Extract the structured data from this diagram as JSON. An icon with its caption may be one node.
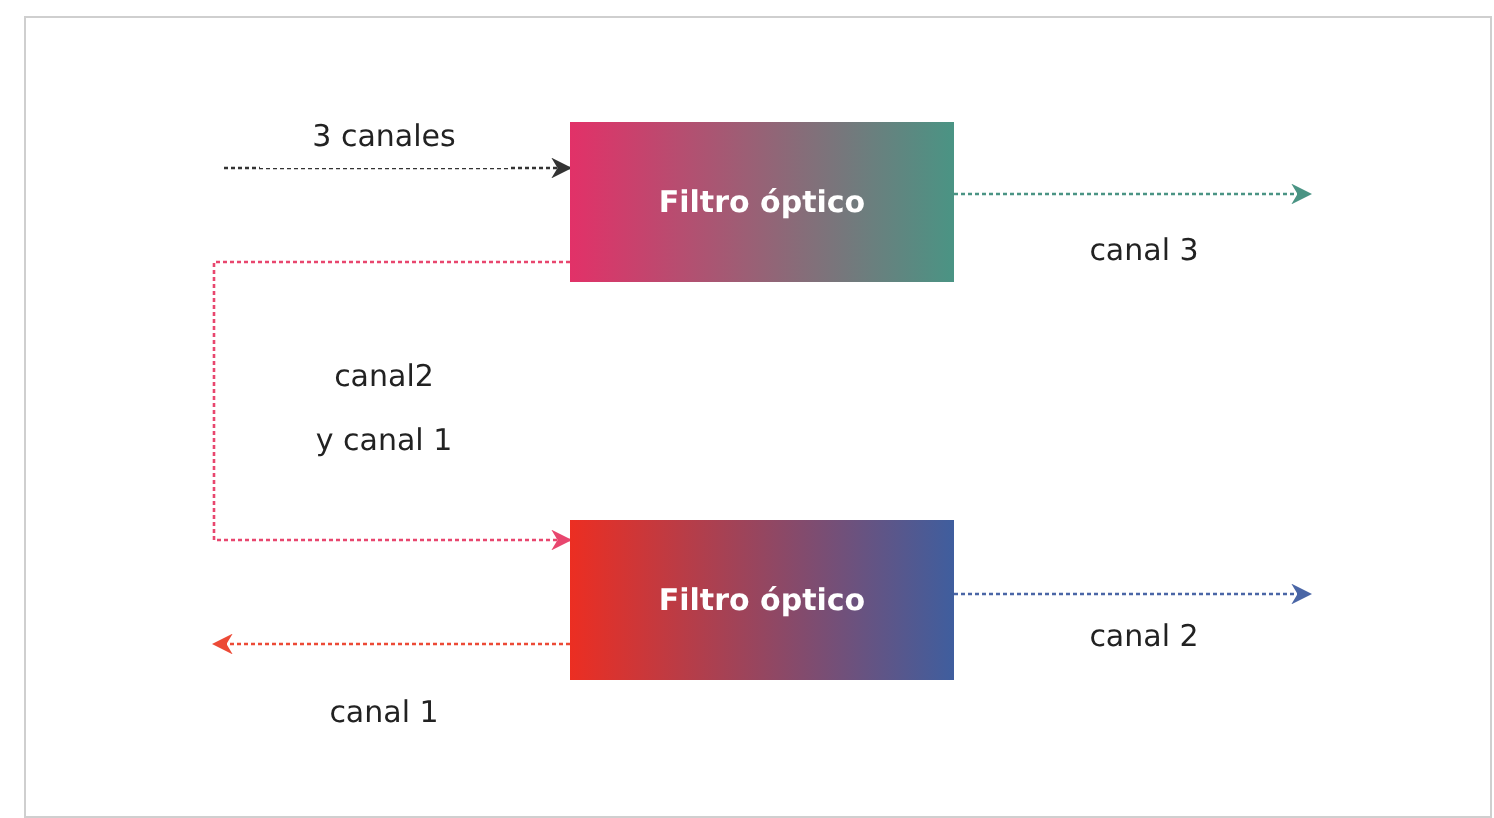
{
  "diagram": {
    "nodes": [
      {
        "text": [
          "Filtro óptico"
        ]
      },
      {
        "text": [
          "Filtro óptico"
        ]
      }
    ],
    "edges": [
      {
        "from": null,
        "to": 0,
        "arrow": "to",
        "label": "3 canales",
        "color": "#333333"
      },
      {
        "from": 0,
        "to": null,
        "arrow": "to",
        "label": "canal 3",
        "color": "#4a9484"
      },
      {
        "from": 0,
        "to": 1,
        "arrow": "to",
        "label": "canal2 y canal 1",
        "color": "#e8466e"
      },
      {
        "from": 1,
        "to": null,
        "arrow": "to",
        "label": "canal 2",
        "color": "#4a66a6"
      },
      {
        "from": 1,
        "to": null,
        "arrow": "to",
        "label": "canal 1",
        "color": "#ec4a36"
      }
    ]
  }
}
